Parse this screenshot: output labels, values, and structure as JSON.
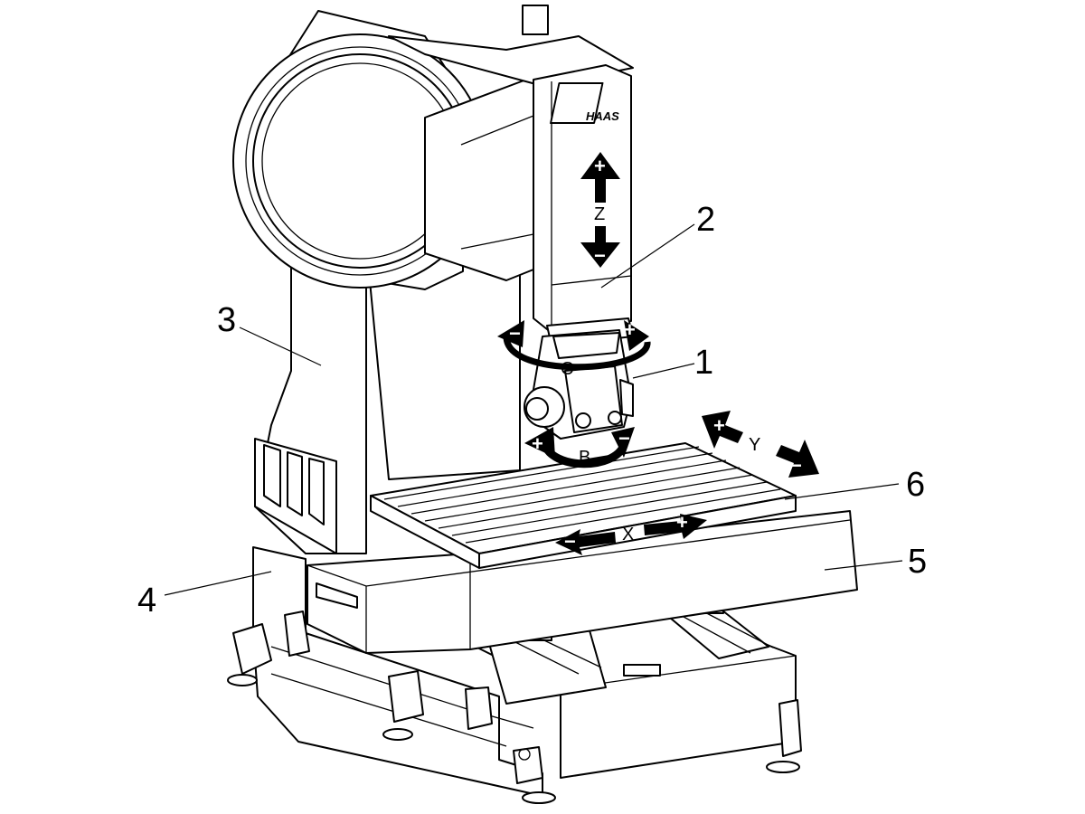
{
  "callouts": [
    {
      "id": "1",
      "label": "1"
    },
    {
      "id": "2",
      "label": "2"
    },
    {
      "id": "3",
      "label": "3"
    },
    {
      "id": "4",
      "label": "4"
    },
    {
      "id": "5",
      "label": "5"
    },
    {
      "id": "6",
      "label": "6"
    }
  ],
  "axes": {
    "x": {
      "label": "X",
      "plus": "+",
      "minus": "−"
    },
    "y": {
      "label": "Y",
      "plus": "+",
      "minus": "−"
    },
    "z": {
      "label": "Z",
      "plus": "+",
      "minus": "−"
    },
    "b": {
      "label": "B",
      "plus": "+",
      "minus": "−"
    },
    "c": {
      "label": "C",
      "plus": "+",
      "minus": "−"
    }
  },
  "logo": {
    "mark": "HAAS"
  },
  "colors": {
    "line": "#000000",
    "background": "#ffffff"
  }
}
